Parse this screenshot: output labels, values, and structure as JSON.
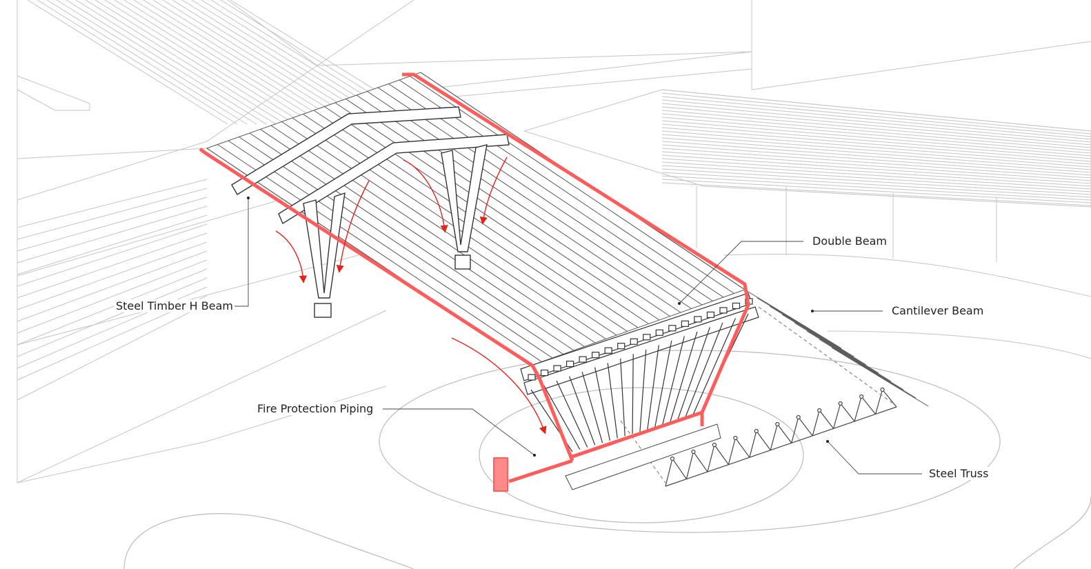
{
  "labels": {
    "double_beam": "Double Beam",
    "cantilever_beam": "Cantilever Beam",
    "steel_timber_h_beam": "Steel Timber H Beam",
    "fire_protection_piping": "Fire Protection Piping",
    "steel_truss": "Steel Truss"
  },
  "colors": {
    "piping": "#ff5c5c",
    "arrow": "#e8211b",
    "line": "#555555",
    "context": "#c4c4c4"
  }
}
